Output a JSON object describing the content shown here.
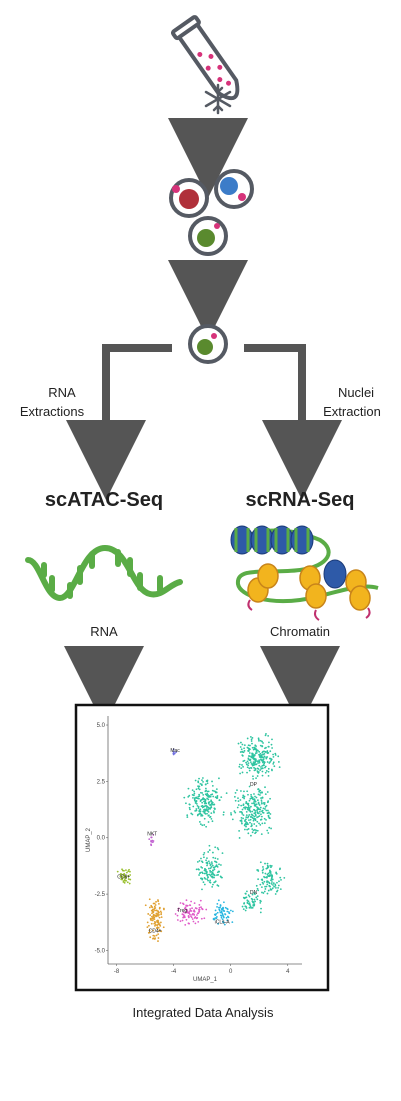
{
  "left_branch": {
    "label_line1": "RNA",
    "label_line2": "Extractions",
    "method": "scATAC-Seq",
    "output": "RNA"
  },
  "right_branch": {
    "label_line1": "Nuclei",
    "label_line2": "Extraction",
    "method": "scRNA-Seq",
    "output": "Chromatin"
  },
  "caption": "Integrated Data Analysis",
  "colors": {
    "arrow": "#555555",
    "dna_green": "#5aac46",
    "nucleosome_blue": "#2e5aa8",
    "protein_yellow": "#f2b41e",
    "tube_outline": "#555a63",
    "dot_pink": "#d6337a"
  },
  "icons": [
    "test-tube-icon",
    "snowflake-icon",
    "cell-icon",
    "dna-helix-icon",
    "chromatin-icon"
  ],
  "chart_data": {
    "type": "scatter",
    "xlabel": "UMAP_1",
    "ylabel": "UMAP_2",
    "xticks": [
      "-8",
      "-4",
      "0",
      "4"
    ],
    "yticks": [
      "5.0",
      "2.5",
      "0.0",
      "-2.5",
      "-5.0"
    ],
    "xlim": [
      -8.6,
      5
    ],
    "ylim": [
      -5.6,
      5.4
    ],
    "clusters": [
      {
        "name": "DP",
        "color": "#2ec4a0",
        "label_x": 1.6,
        "label_y": 2.3
      },
      {
        "name": "DN",
        "color": "#2ec4a0",
        "label_x": 1.6,
        "label_y": -2.5
      },
      {
        "name": "Treg",
        "color": "#e05ac8",
        "label_x": -3.4,
        "label_y": -3.3
      },
      {
        "name": "iCLs-A",
        "color": "#27b6e0",
        "label_x": -0.6,
        "label_y": -3.8
      },
      {
        "name": "CD4+",
        "color": "#e0a030",
        "label_x": -5.3,
        "label_y": -4.2
      },
      {
        "name": "CD8+",
        "color": "#9ac030",
        "label_x": -7.5,
        "label_y": -1.8
      },
      {
        "name": "NKT",
        "color": "#c060d0",
        "label_x": -5.5,
        "label_y": 0.1
      },
      {
        "name": "Mac",
        "color": "#7070e0",
        "label_x": -3.9,
        "label_y": 3.8
      }
    ]
  }
}
